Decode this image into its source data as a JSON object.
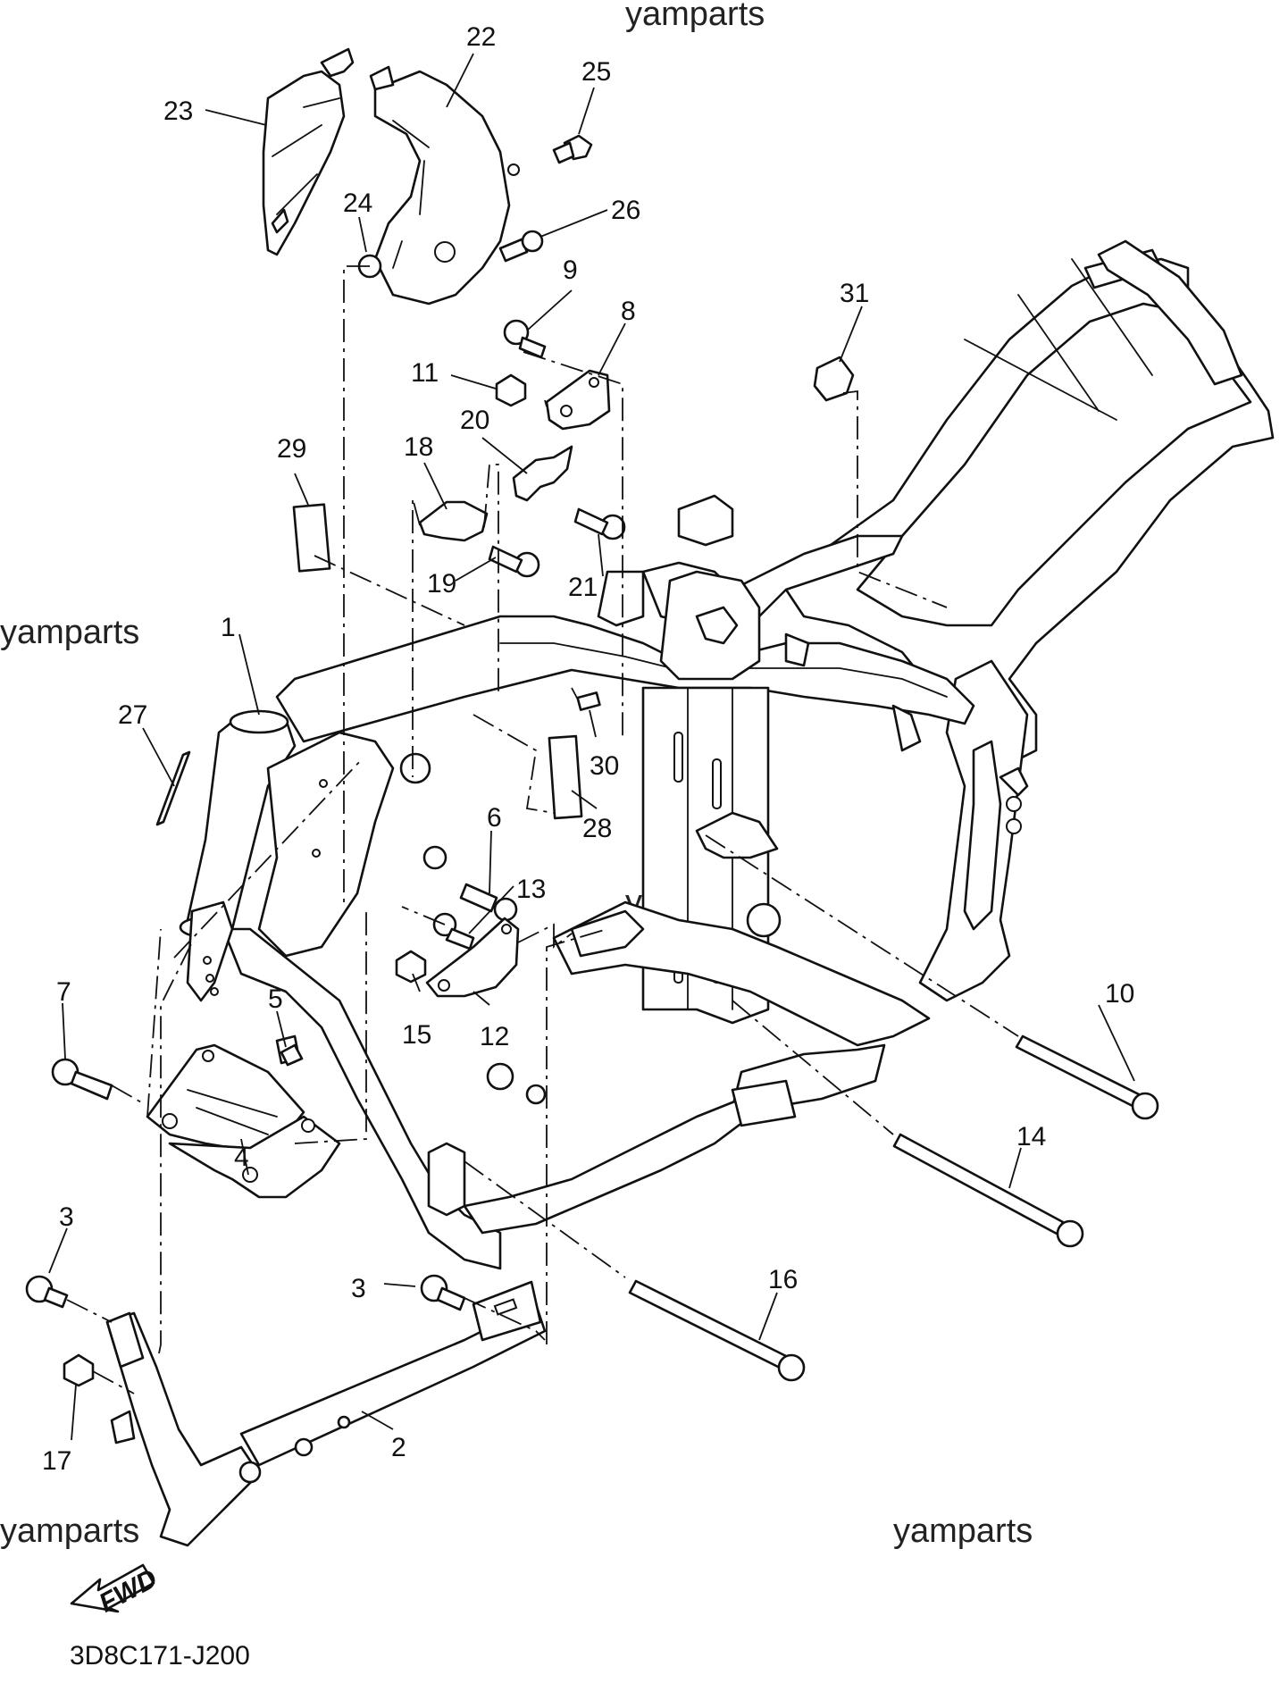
{
  "diagram": {
    "code": "3D8C171-J200",
    "fwd_label": "FWD",
    "watermark": "yamparts",
    "callouts": [
      {
        "id": "c1",
        "text": "1"
      },
      {
        "id": "c2",
        "text": "2"
      },
      {
        "id": "c3a",
        "text": "3"
      },
      {
        "id": "c3b",
        "text": "3"
      },
      {
        "id": "c4",
        "text": "4"
      },
      {
        "id": "c5",
        "text": "5"
      },
      {
        "id": "c6",
        "text": "6"
      },
      {
        "id": "c7",
        "text": "7"
      },
      {
        "id": "c8",
        "text": "8"
      },
      {
        "id": "c9",
        "text": "9"
      },
      {
        "id": "c10",
        "text": "10"
      },
      {
        "id": "c11",
        "text": "11"
      },
      {
        "id": "c12",
        "text": "12"
      },
      {
        "id": "c13",
        "text": "13"
      },
      {
        "id": "c14",
        "text": "14"
      },
      {
        "id": "c15",
        "text": "15"
      },
      {
        "id": "c16",
        "text": "16"
      },
      {
        "id": "c17",
        "text": "17"
      },
      {
        "id": "c18",
        "text": "18"
      },
      {
        "id": "c19",
        "text": "19"
      },
      {
        "id": "c20",
        "text": "20"
      },
      {
        "id": "c21",
        "text": "21"
      },
      {
        "id": "c22",
        "text": "22"
      },
      {
        "id": "c23",
        "text": "23"
      },
      {
        "id": "c24",
        "text": "24"
      },
      {
        "id": "c25",
        "text": "25"
      },
      {
        "id": "c26",
        "text": "26"
      },
      {
        "id": "c27",
        "text": "27"
      },
      {
        "id": "c28",
        "text": "28"
      },
      {
        "id": "c29",
        "text": "29"
      },
      {
        "id": "c30",
        "text": "30"
      },
      {
        "id": "c31",
        "text": "31"
      }
    ]
  }
}
